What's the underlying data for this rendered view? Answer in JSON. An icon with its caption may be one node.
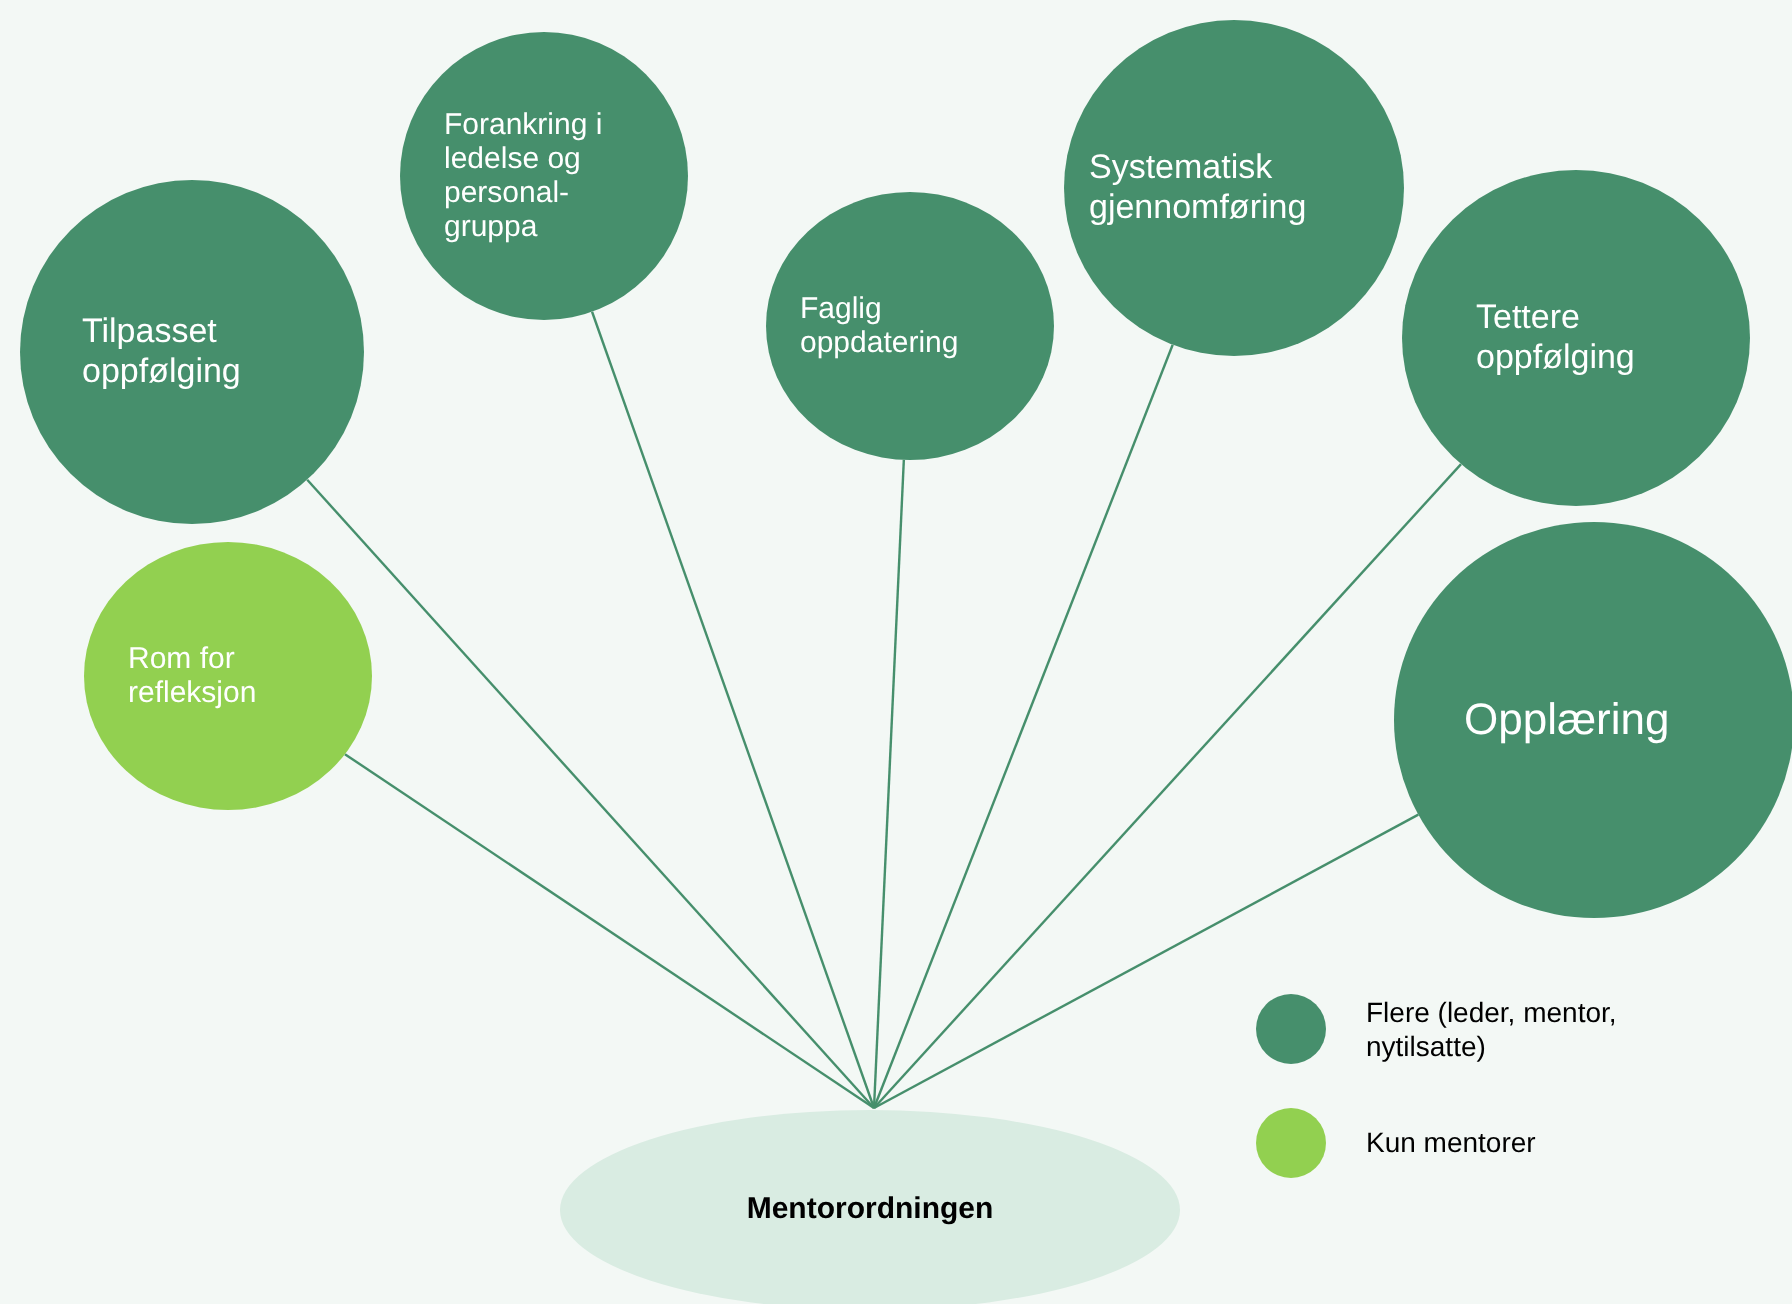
{
  "diagram": {
    "nodes": [
      {
        "text": [
          "Mentorordningen"
        ]
      },
      {
        "text": [
          "Tilpasset oppfølging"
        ]
      },
      {
        "text": [
          "Forankring i ledelse og personal-gruppa"
        ]
      },
      {
        "text": [
          "Faglig oppdatering"
        ]
      },
      {
        "text": [
          "Systematisk gjennomføring"
        ]
      },
      {
        "text": [
          "Tettere oppfølging"
        ]
      },
      {
        "text": [
          "Opplæring"
        ]
      },
      {
        "text": [
          "Rom for refleksjon"
        ]
      }
    ],
    "edges": [
      {
        "from": 1,
        "to": 0,
        "arrow": "none"
      },
      {
        "from": 2,
        "to": 0,
        "arrow": "none"
      },
      {
        "from": 3,
        "to": 0,
        "arrow": "none"
      },
      {
        "from": 4,
        "to": 0,
        "arrow": "none"
      },
      {
        "from": 5,
        "to": 0,
        "arrow": "none"
      },
      {
        "from": 6,
        "to": 0,
        "arrow": "none"
      },
      {
        "from": 7,
        "to": 0,
        "arrow": "none"
      }
    ],
    "legend": [
      {
        "text": "Flere (leder, mentor, nytilsatte)",
        "color": "#468f6c"
      },
      {
        "text": "Kun mentorer",
        "color": "#92d050"
      }
    ]
  }
}
